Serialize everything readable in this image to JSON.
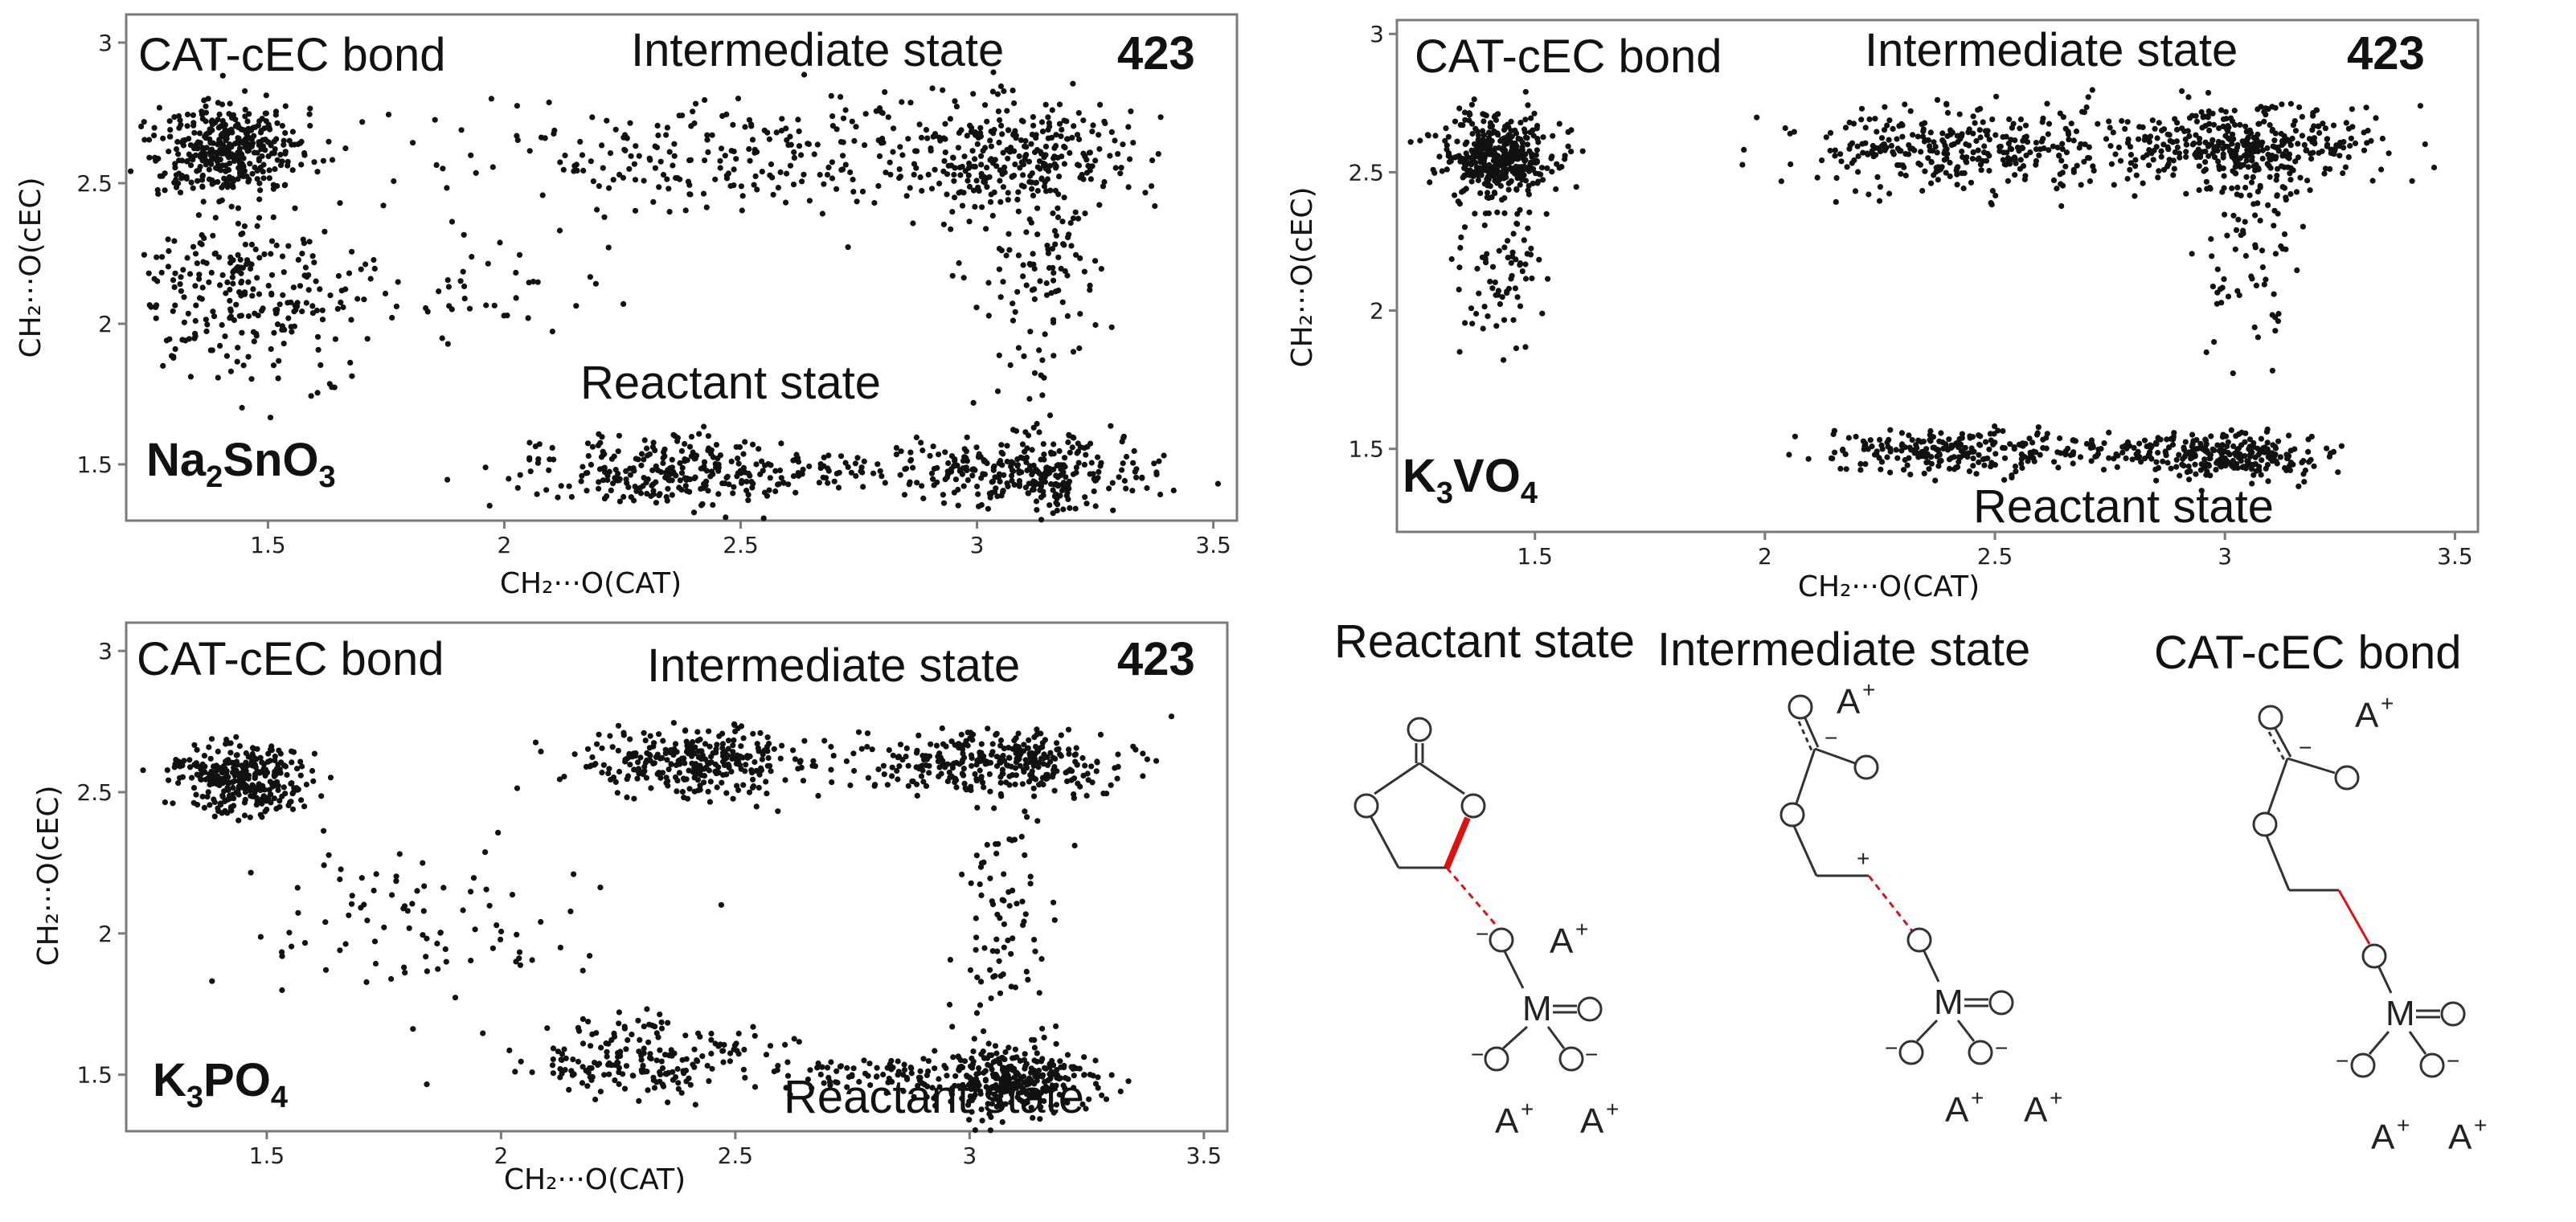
{
  "chart_data": [
    {
      "type": "scatter",
      "id": "p1",
      "xlabel": "CH₂···O(CAT)",
      "ylabel": "CH₂···O(cEC)",
      "xlim": [
        1.2,
        3.55
      ],
      "ylim": [
        1.3,
        3.1
      ],
      "xticks": [
        "1.5",
        "2",
        "2.5",
        "3",
        "3.5"
      ],
      "yticks": [
        "1.5",
        "2",
        "2.5",
        "3"
      ],
      "labels": {
        "bond": "CAT-cEC bond",
        "intermediate": "Intermediate state",
        "temp": "423",
        "reactant": "Reactant state",
        "cat": "Na",
        "cat_sub1": "2",
        "cat_mid": "SnO",
        "cat_sub2": "3"
      },
      "clusters": [
        {
          "cx": 1.42,
          "cy": 2.62,
          "sx": 0.08,
          "sy": 0.09,
          "n": 380
        },
        {
          "cx": 1.45,
          "cy": 2.1,
          "sx": 0.14,
          "sy": 0.16,
          "n": 260
        },
        {
          "cx": 2.45,
          "cy": 2.6,
          "sx": 0.3,
          "sy": 0.1,
          "n": 240
        },
        {
          "cx": 3.08,
          "cy": 2.6,
          "sx": 0.13,
          "sy": 0.1,
          "n": 300
        },
        {
          "cx": 3.12,
          "cy": 2.15,
          "sx": 0.07,
          "sy": 0.18,
          "n": 110
        },
        {
          "cx": 2.35,
          "cy": 1.47,
          "sx": 0.15,
          "sy": 0.07,
          "n": 260
        },
        {
          "cx": 3.1,
          "cy": 1.47,
          "sx": 0.13,
          "sy": 0.07,
          "n": 300
        },
        {
          "cx": 2.7,
          "cy": 1.48,
          "sx": 0.15,
          "sy": 0.03,
          "n": 60
        },
        {
          "cx": 1.95,
          "cy": 2.1,
          "sx": 0.12,
          "sy": 0.1,
          "n": 40
        }
      ]
    },
    {
      "type": "scatter",
      "id": "p2",
      "xlabel": "CH₂···O(CAT)",
      "ylabel": "CH₂···O(cEC)",
      "xlim": [
        1.2,
        3.55
      ],
      "ylim": [
        1.2,
        3.05
      ],
      "xticks": [
        "1.5",
        "2",
        "2.5",
        "3",
        "3.5"
      ],
      "yticks": [
        "1.5",
        "2",
        "2.5",
        "3"
      ],
      "labels": {
        "bond": "CAT-cEC bond",
        "intermediate": "Intermediate state",
        "temp": "423",
        "reactant": "Reactant state",
        "cat": "K",
        "cat_sub1": "3",
        "cat_mid": "VO",
        "cat_sub2": "4"
      },
      "clusters": [
        {
          "cx": 1.42,
          "cy": 2.55,
          "sx": 0.06,
          "sy": 0.08,
          "n": 420
        },
        {
          "cx": 1.43,
          "cy": 2.15,
          "sx": 0.05,
          "sy": 0.14,
          "n": 70
        },
        {
          "cx": 2.45,
          "cy": 2.58,
          "sx": 0.18,
          "sy": 0.08,
          "n": 340
        },
        {
          "cx": 3.05,
          "cy": 2.6,
          "sx": 0.13,
          "sy": 0.07,
          "n": 360
        },
        {
          "cx": 3.05,
          "cy": 2.2,
          "sx": 0.06,
          "sy": 0.2,
          "n": 90
        },
        {
          "cx": 2.38,
          "cy": 1.49,
          "sx": 0.12,
          "sy": 0.04,
          "n": 200
        },
        {
          "cx": 3.02,
          "cy": 1.48,
          "sx": 0.1,
          "sy": 0.04,
          "n": 240
        },
        {
          "cx": 2.7,
          "cy": 1.49,
          "sx": 0.13,
          "sy": 0.03,
          "n": 70
        }
      ]
    },
    {
      "type": "scatter",
      "id": "p3",
      "xlabel": "CH₂···O(CAT)",
      "ylabel": "CH₂···O(cEC)",
      "xlim": [
        1.2,
        3.55
      ],
      "ylim": [
        1.3,
        3.1
      ],
      "xticks": [
        "1.5",
        "2",
        "2.5",
        "3",
        "3.5"
      ],
      "yticks": [
        "1.5",
        "2",
        "2.5",
        "3"
      ],
      "labels": {
        "bond": "CAT-cEC bond",
        "intermediate": "Intermediate state",
        "temp": "423",
        "reactant": "Reactant state",
        "cat": "K",
        "cat_sub1": "3",
        "cat_mid": "PO",
        "cat_sub2": "4"
      },
      "clusters": [
        {
          "cx": 1.45,
          "cy": 2.55,
          "sx": 0.07,
          "sy": 0.06,
          "n": 320
        },
        {
          "cx": 2.42,
          "cy": 2.6,
          "sx": 0.12,
          "sy": 0.06,
          "n": 300
        },
        {
          "cx": 3.05,
          "cy": 2.6,
          "sx": 0.13,
          "sy": 0.06,
          "n": 320
        },
        {
          "cx": 3.08,
          "cy": 2.05,
          "sx": 0.05,
          "sy": 0.22,
          "n": 80
        },
        {
          "cx": 1.85,
          "cy": 2.05,
          "sx": 0.2,
          "sy": 0.12,
          "n": 90
        },
        {
          "cx": 2.3,
          "cy": 1.56,
          "sx": 0.12,
          "sy": 0.07,
          "n": 200
        },
        {
          "cx": 3.08,
          "cy": 1.48,
          "sx": 0.09,
          "sy": 0.06,
          "n": 340
        },
        {
          "cx": 2.75,
          "cy": 1.5,
          "sx": 0.13,
          "sy": 0.03,
          "n": 70
        }
      ]
    }
  ],
  "schemes": {
    "reactant_title": "Reactant state",
    "intermediate_title": "Intermediate state",
    "bond_title": "CAT-cEC bond",
    "atom_O": "O",
    "atom_M": "M",
    "cation": "A",
    "plus": "+",
    "minus": "−"
  }
}
